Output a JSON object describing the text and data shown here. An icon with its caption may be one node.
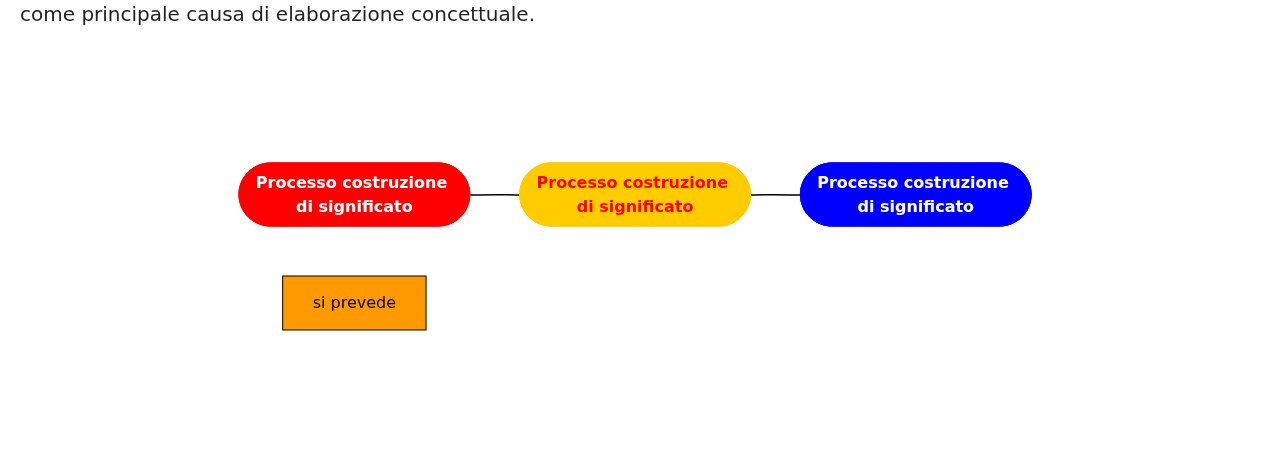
{
  "diagram": {
    "nodes": [
      {
        "text": [
          "Processo costruzione di significato"
        ]
      },
      {
        "text": [
          "Processo costruzione di significato"
        ]
      },
      {
        "text": [
          "Processo costruzione di significato"
        ]
      },
      {
        "text": [
          "si prevede"
        ]
      }
    ],
    "edges": [
      {
        "from": 0,
        "to": 2,
        "arrow": "none"
      },
      {
        "from": 2,
        "to": 1,
        "arrow": "none"
      }
    ],
    "labels": [
      "come principale causa di elaborazione concettuale."
    ]
  }
}
